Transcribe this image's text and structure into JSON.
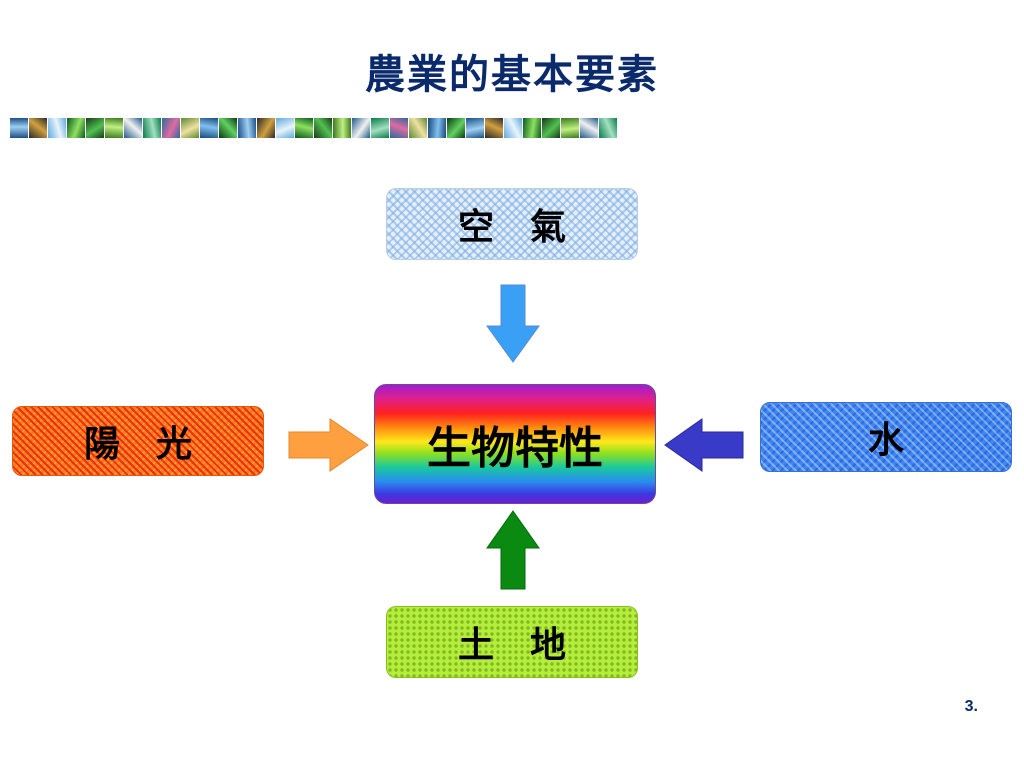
{
  "title": "農業的基本要素",
  "nodes": {
    "air": "空　氣",
    "sun": "陽　光",
    "water": "水",
    "land": "土　地",
    "center": "生物特性"
  },
  "colors": {
    "title": "#0b2a6b",
    "arrow_air": "#3aa0f5",
    "arrow_sun": "#ffa040",
    "arrow_water": "#3a3ac8",
    "arrow_land": "#0a8a10"
  },
  "page_number": "3."
}
